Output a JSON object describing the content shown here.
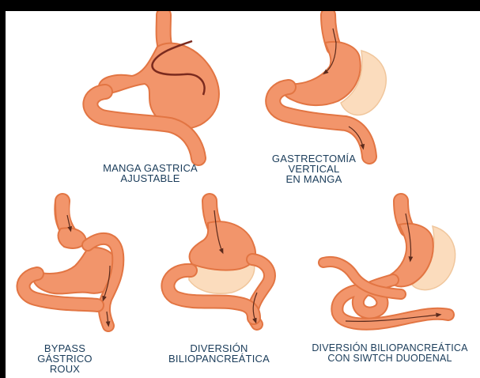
{
  "colors": {
    "background": "#ffffff",
    "frame": "#000000",
    "stomach": "#f2956b",
    "stomach_outline": "#e27543",
    "bypassed": "#fbdcbd",
    "band": "#7a2a1e",
    "arrow": "#5a2a1c",
    "caption": "#1a3c5a"
  },
  "procedures": [
    {
      "id": "manga-gastrica-ajustable",
      "caption_lines": [
        "MANGA GASTRICA",
        "AJUSTABLE"
      ]
    },
    {
      "id": "gastrectomia-vertical",
      "caption_lines": [
        "GASTRECTOMÍA",
        "VERTICAL",
        "EN MANGA"
      ]
    },
    {
      "id": "bypass-gastrico",
      "caption_lines": [
        "BYPASS",
        "GÁSTRICO",
        "ROUX"
      ]
    },
    {
      "id": "diversion-biliopancreatica",
      "caption_lines": [
        "DIVERSIÓN",
        "BILIOPANCREÁTICA"
      ]
    },
    {
      "id": "diversion-switch",
      "caption_lines": [
        "DIVERSIÓN BILIOPANCREÁTICA",
        "CON SIWTCH DUODENAL"
      ]
    }
  ]
}
